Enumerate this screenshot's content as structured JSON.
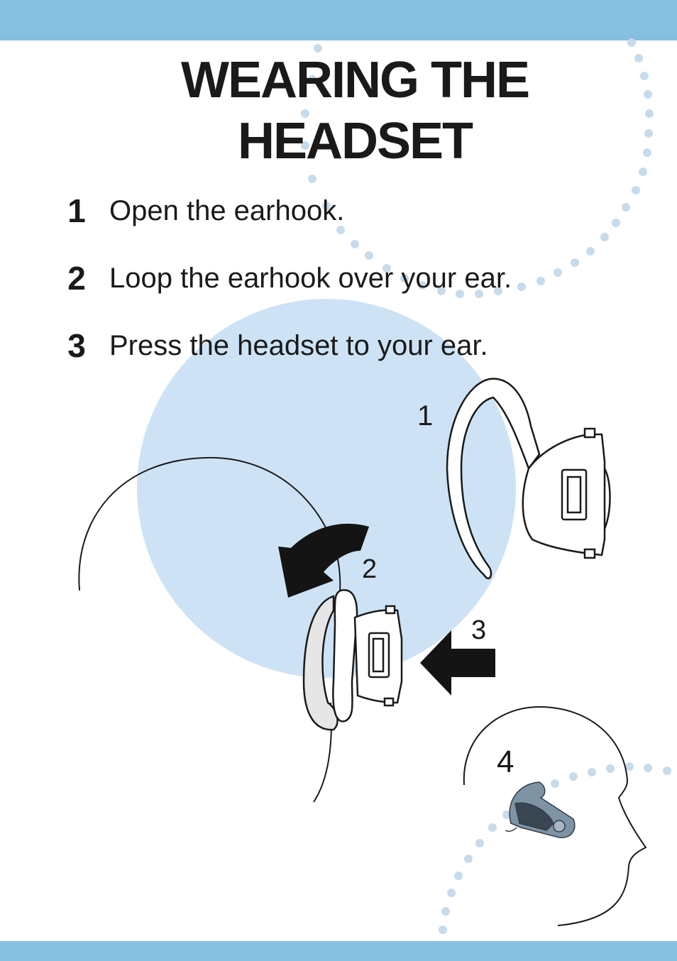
{
  "title": {
    "line1": "WEARING THE",
    "line2": "HEADSET"
  },
  "steps": [
    {
      "number": "1",
      "text": "Open the earhook."
    },
    {
      "number": "2",
      "text": "Loop the earhook over your ear."
    },
    {
      "number": "3",
      "text": "Press the headset to your ear."
    }
  ],
  "figure_labels": {
    "open": "1",
    "loop": "2",
    "press": "3",
    "worn": "4"
  },
  "colors": {
    "band": "#86bfe0",
    "circle": "#cde3f5",
    "dots": "#c6dbec",
    "ink": "#1a1a1a"
  }
}
